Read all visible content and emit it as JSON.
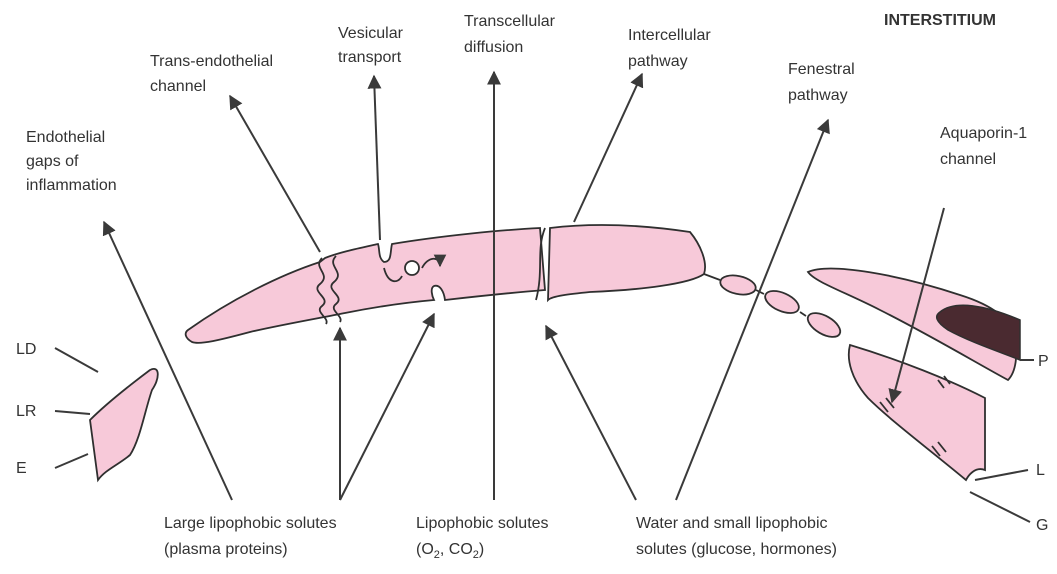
{
  "labels": {
    "interstitium": "INTERSTITIUM",
    "endothelial_gaps": [
      "Endothelial",
      "gaps of",
      "inflammation"
    ],
    "trans_endothelial": [
      "Trans-endothelial",
      "channel"
    ],
    "vesicular": [
      "Vesicular",
      "transport"
    ],
    "transcellular": [
      "Transcellular",
      "diffusion"
    ],
    "intercellular": [
      "Intercellular",
      "pathway"
    ],
    "fenestral": [
      "Fenestral",
      "pathway"
    ],
    "aquaporin": [
      "Aquaporin-1",
      "channel"
    ],
    "large_solutes": [
      "Large lipophobic solutes",
      "(plasma proteins)"
    ],
    "lipophobic_line1": "Lipophobic solutes",
    "lipophobic_line2": {
      "prefix": "(O",
      "sub1": "2",
      "mid": ", CO",
      "sub2": "2",
      "suffix": ")"
    },
    "water_solutes": [
      "Water and small lipophobic",
      "solutes (glucose, hormones)"
    ],
    "side_left": [
      "LD",
      "LR",
      "E"
    ],
    "side_right": [
      "P",
      "L",
      "G"
    ]
  },
  "colors": {
    "cell_fill": "#f7c9d9",
    "pericyte_fill": "#4a2a30",
    "line": "#3a3a3a",
    "text": "#333333"
  }
}
